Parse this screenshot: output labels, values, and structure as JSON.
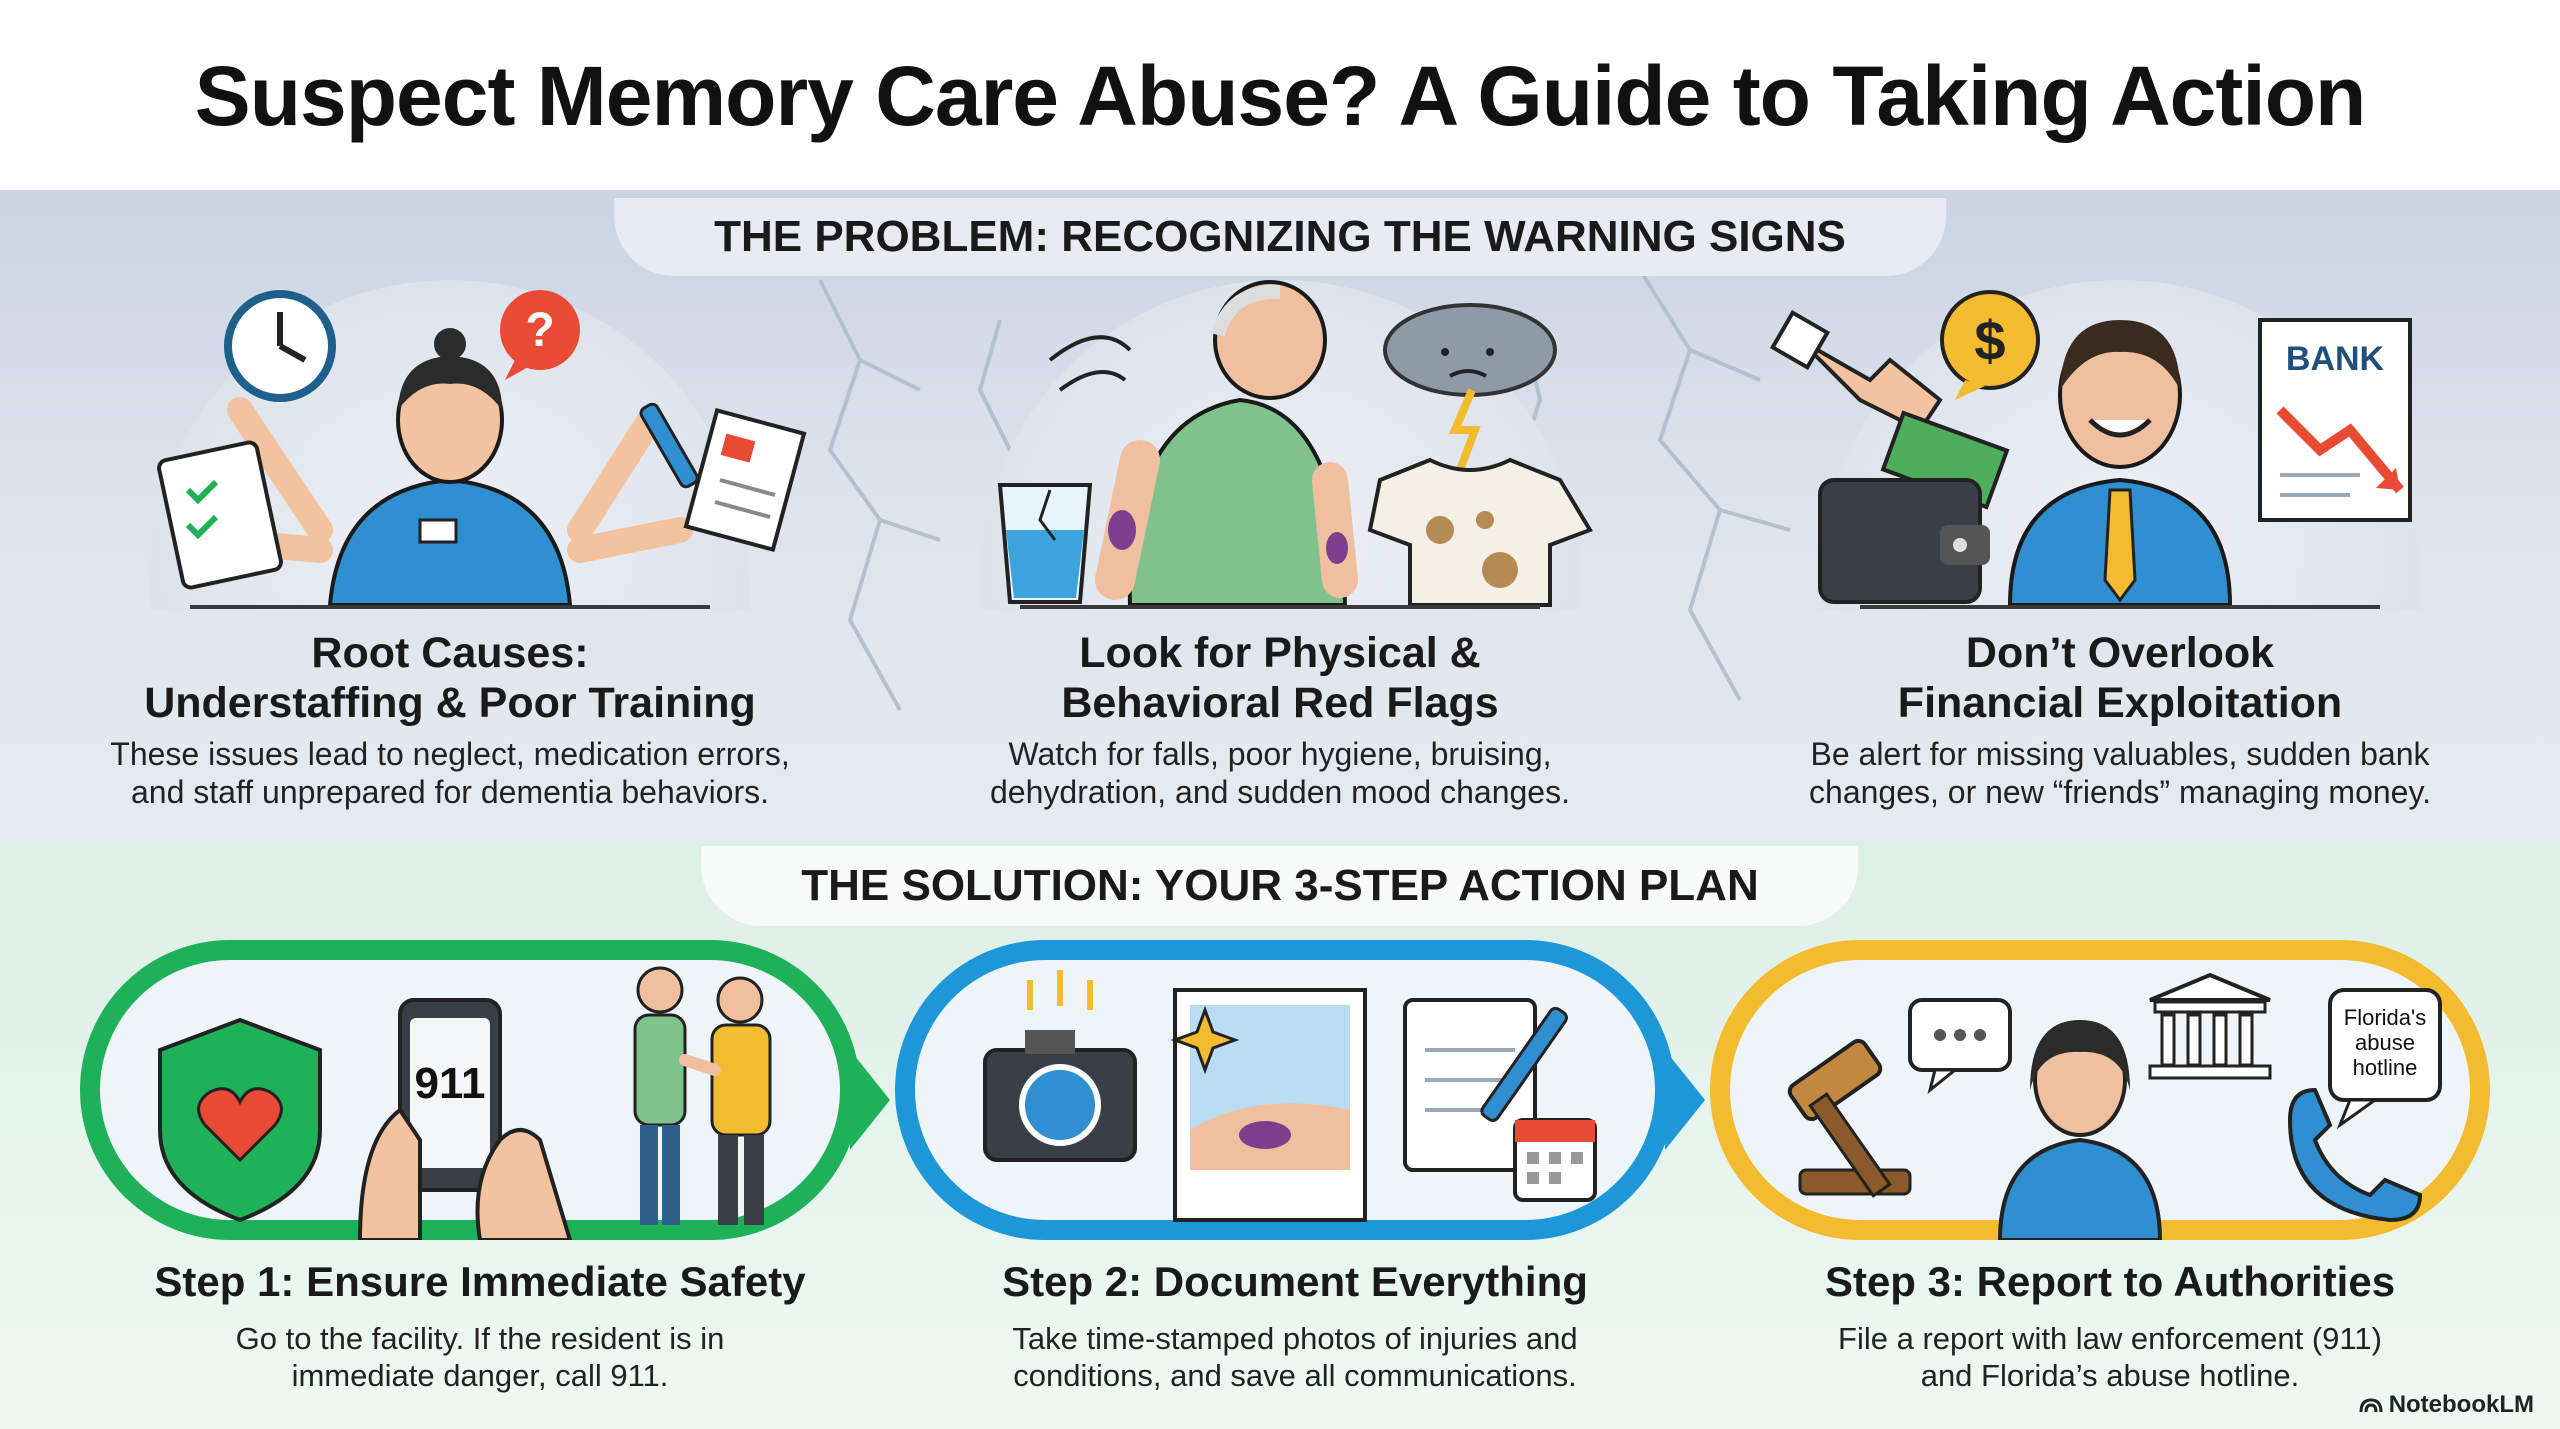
{
  "title": "Suspect Memory Care Abuse? A Guide to Taking Action",
  "problem_section": {
    "heading": "THE PROBLEM: RECOGNIZING THE WARNING SIGNS",
    "cards": [
      {
        "title_line1": "Root Causes:",
        "title_line2": "Understaffing & Poor Training",
        "body_line1": "These issues lead to neglect, medication errors,",
        "body_line2": "and staff unprepared for dementia behaviors.",
        "icons": [
          "clock-icon",
          "question-bubble-icon",
          "overwhelmed-nurse-icon",
          "clipboard-icon",
          "pen-icon",
          "document-icon"
        ]
      },
      {
        "title_line1": "Look for Physical &",
        "title_line2": "Behavioral Red Flags",
        "body_line1": "Watch for falls, poor hygiene, bruising,",
        "body_line2": "dehydration, and sudden mood changes.",
        "icons": [
          "water-glass-icon",
          "bruised-elder-icon",
          "storm-cloud-icon",
          "stained-shirt-icon"
        ]
      },
      {
        "title_line1": "Don’t Overlook",
        "title_line2": "Financial Exploitation",
        "body_line1": "Be alert for missing valuables, sudden bank",
        "body_line2": "changes, or new “friends” managing money.",
        "icons": [
          "hand-taking-cash-icon",
          "wallet-icon",
          "dollar-bubble-icon",
          "smiling-man-icon",
          "bank-statement-icon"
        ],
        "bank_label": "BANK"
      }
    ]
  },
  "solution_section": {
    "heading": "THE SOLUTION: YOUR 3-STEP ACTION PLAN",
    "steps": [
      {
        "title": "Step 1: Ensure Immediate Safety",
        "body_line1": "Go to the facility. If the resident is in",
        "body_line2": "immediate danger, call 911.",
        "phone_text": "911",
        "icons": [
          "heart-shield-icon",
          "phone-911-icon",
          "helping-elder-icon"
        ],
        "color": "#1fb05a"
      },
      {
        "title": "Step 2: Document Everything",
        "body_line1": "Take time-stamped photos of injuries and",
        "body_line2": "conditions, and save all communications.",
        "icons": [
          "camera-icon",
          "bruise-photo-icon",
          "notepad-icon",
          "calendar-icon"
        ],
        "color": "#1e97d8"
      },
      {
        "title": "Step 3: Report to Authorities",
        "body_line1": "File a report with law enforcement (911)",
        "body_line2": "and Florida’s abuse hotline.",
        "hotline_line1": "Florida's",
        "hotline_line2": "abuse",
        "hotline_line3": "hotline",
        "icons": [
          "gavel-icon",
          "chat-bubble-icon",
          "courthouse-icon",
          "woman-reporter-icon",
          "telephone-icon"
        ],
        "color": "#f2bb30"
      }
    ]
  },
  "brand": "NotebookLM"
}
